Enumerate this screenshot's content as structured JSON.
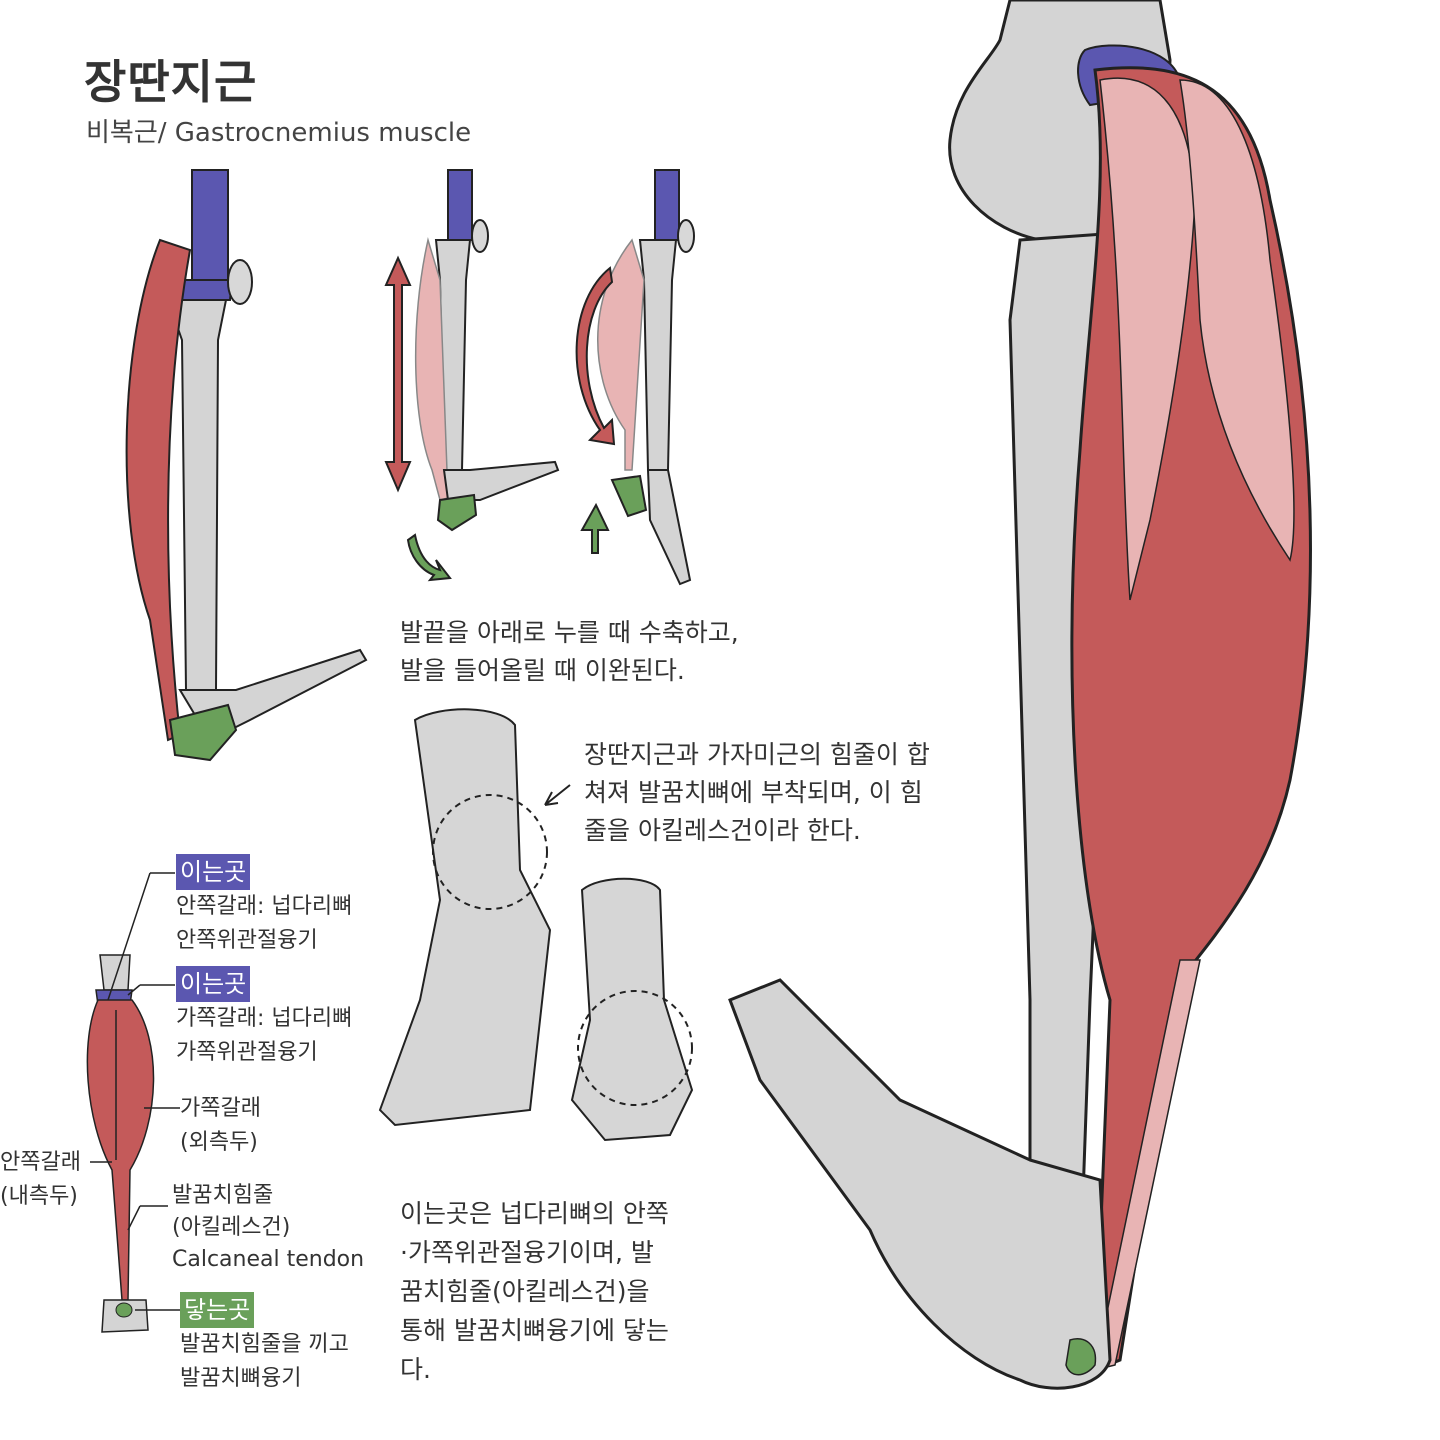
{
  "header": {
    "title": "장딴지근",
    "subtitle": "비복근/ Gastrocnemius muscle"
  },
  "captions": {
    "motion_line1": "발끝을 아래로 누를 때 수축하고,",
    "motion_line2": "발을 들어올릴 때 이완된다.",
    "tendon_line1": "장딴지근과 가자미근의 힘줄이 합",
    "tendon_line2": "쳐져 발꿈치뼈에 부착되며, 이 힘",
    "tendon_line3": "줄을 아킬레스건이라 한다.",
    "summary_line1": "이는곳은 넙다리뼈의 안쪽",
    "summary_line2": "·가쪽위관절융기이며, 발",
    "summary_line3": "꿈치힘줄(아킬레스건)을",
    "summary_line4": "통해 발꿈치뼈융기에 닿는",
    "summary_line5": "다."
  },
  "labels": {
    "origin1_badge": "이는곳",
    "origin1_line1": "안쪽갈래: 넙다리뼈",
    "origin1_line2": "안쪽위관절융기",
    "origin2_badge": "이는곳",
    "origin2_line1": "가쪽갈래: 넙다리뼈",
    "origin2_line2": "가쪽위관절융기",
    "lateral_head_line1": "가쪽갈래",
    "lateral_head_line2": "(외측두)",
    "medial_head_line1": "안쪽갈래",
    "medial_head_line2": "(내측두)",
    "tendon_line1": "발꿈치힘줄",
    "tendon_line2": "(아킬레스건)",
    "tendon_line3": "Calcaneal tendon",
    "insertion_badge": "닿는곳",
    "insertion_line1": "발꿈치힘줄을 끼고",
    "insertion_line2": "발꿈치뼈융기"
  },
  "colors": {
    "muscle": "#c45a5a",
    "muscle_light": "#e8b4b4",
    "bone": "#d4d4d4",
    "origin": "#5b57b0",
    "insertion": "#6aa05a",
    "outline": "#222222"
  }
}
